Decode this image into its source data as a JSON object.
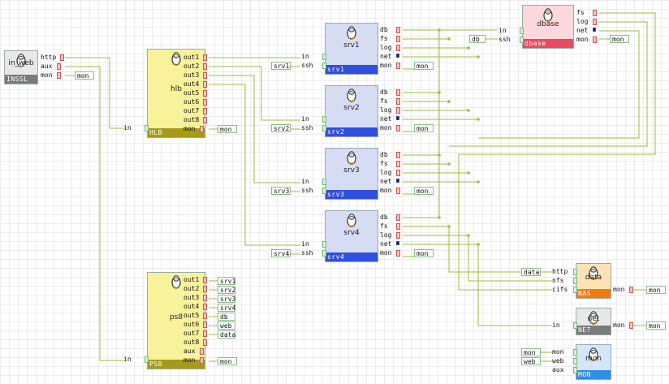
{
  "colors": {
    "wire": "#9bbd3a",
    "server_fill": "#d7dcf5",
    "server_foot": "#2f4fe0",
    "balancer_fill": "#f8f29a",
    "balancer_foot": "#a69a1c",
    "db_fill": "#fbd8dc",
    "db_foot": "#e94a60",
    "nas_fill": "#fde2b5",
    "nas_foot": "#f27a12",
    "net_fill": "#e8e8e8",
    "net_foot": "#7a7a7a",
    "mon_fill": "#d4e6f7",
    "mon_foot": "#2e8ee6"
  },
  "nodes": {
    "in_web": {
      "title": "in_web",
      "foot": "INSSL",
      "icon": "penguin-icon",
      "outputs": [
        "http",
        "aux",
        "mon"
      ],
      "tags": [
        "mon"
      ]
    },
    "hlb": {
      "title": "hlb",
      "foot": "HLB",
      "icon": "penguin-icon",
      "inputs": [
        "in"
      ],
      "outputs": [
        "out1",
        "out2",
        "out3",
        "out4",
        "out5",
        "out6",
        "out7",
        "out8",
        "mon"
      ],
      "tags": [
        "mon"
      ]
    },
    "srv1": {
      "title": "srv1",
      "foot": "srv1",
      "icon": "penguin-icon",
      "inputs": [
        "in",
        "ssh"
      ],
      "outputs": [
        "db",
        "fs",
        "log",
        "net",
        "mon"
      ],
      "ssh_tag": "srv1",
      "tags": [
        "mon"
      ]
    },
    "srv2": {
      "title": "srv2",
      "foot": "srv2",
      "icon": "penguin-icon",
      "inputs": [
        "in",
        "ssh"
      ],
      "outputs": [
        "db",
        "fs",
        "log",
        "net",
        "mon"
      ],
      "ssh_tag": "srv2",
      "tags": [
        "mon"
      ]
    },
    "srv3": {
      "title": "srv3",
      "foot": "srv3",
      "icon": "penguin-icon",
      "inputs": [
        "in",
        "ssh"
      ],
      "outputs": [
        "db",
        "fs",
        "log",
        "net",
        "mon"
      ],
      "ssh_tag": "srv3",
      "tags": [
        "mon"
      ]
    },
    "srv4": {
      "title": "srv4",
      "foot": "srv4",
      "icon": "penguin-icon",
      "inputs": [
        "in",
        "ssh"
      ],
      "outputs": [
        "db",
        "fs",
        "log",
        "net",
        "mon"
      ],
      "ssh_tag": "srv4",
      "tags": [
        "mon"
      ]
    },
    "dbase": {
      "title": "dbase",
      "foot": "dbase",
      "icon": "penguin-icon",
      "inputs": [
        "in",
        "ssh"
      ],
      "outputs": [
        "fs",
        "log",
        "net",
        "mon"
      ],
      "ssh_tag": "db",
      "tags": [
        "mon"
      ]
    },
    "ps8": {
      "title": "ps8",
      "foot": "PS8",
      "icon": "penguin-icon",
      "inputs": [
        "in"
      ],
      "outputs": [
        "out1",
        "out2",
        "out3",
        "out4",
        "out5",
        "out6",
        "out7",
        "out8",
        "aux",
        "mon"
      ],
      "out_tags": [
        "srv1",
        "srv2",
        "srv3",
        "srv4",
        "db",
        "web",
        "data"
      ],
      "tags": [
        "mon"
      ]
    },
    "data": {
      "title": "data",
      "foot": "NAS",
      "icon": "penguin-icon",
      "inputs": [
        "http",
        "nfs",
        "cifs"
      ],
      "in_tag": "data",
      "outputs": [
        "mon"
      ],
      "tags": [
        "mon"
      ]
    },
    "net": {
      "title": "net",
      "foot": "NET",
      "icon": "penguin-icon",
      "inputs": [
        "in"
      ],
      "outputs": [
        "mon"
      ],
      "tags": [
        "mon"
      ]
    },
    "mon": {
      "title": "mon",
      "foot": "MON",
      "icon": "penguin-icon",
      "inputs": [
        "mon",
        "web",
        "aux"
      ],
      "in_tags": [
        "mon",
        "web"
      ]
    }
  }
}
